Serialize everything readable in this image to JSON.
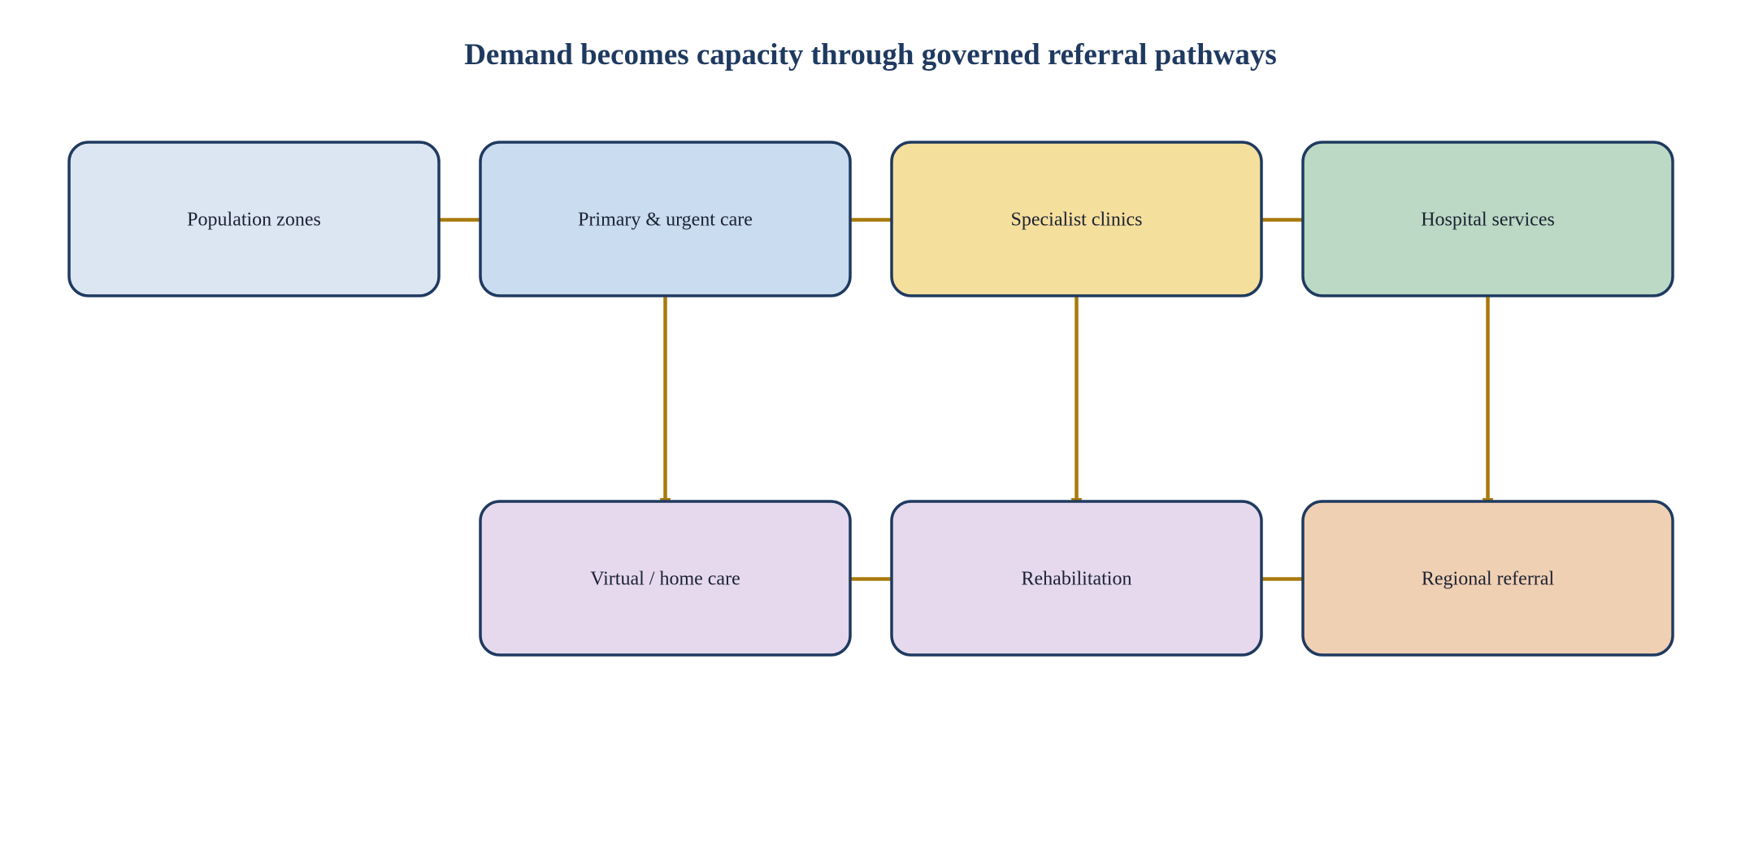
{
  "title": "Demand becomes capacity through governed referral pathways",
  "colors": {
    "node_border": "#1f3a60",
    "arrow": "#a87a0c",
    "title": "#1f3a60",
    "text": "#1b2233"
  },
  "nodes": [
    {
      "id": "population",
      "label": "Population zones",
      "fill": "#dce6f2"
    },
    {
      "id": "primary",
      "label": "Primary & urgent care",
      "fill": "#cadcf0"
    },
    {
      "id": "specialist",
      "label": "Specialist clinics",
      "fill": "#f5df9c"
    },
    {
      "id": "hospital",
      "label": "Hospital services",
      "fill": "#bbd9c4"
    },
    {
      "id": "virtual",
      "label": "Virtual / home care",
      "fill": "#e6d9ee"
    },
    {
      "id": "rehab",
      "label": "Rehabilitation",
      "fill": "#e6d9ee"
    },
    {
      "id": "regional",
      "label": "Regional referral",
      "fill": "#f0d0b3"
    }
  ],
  "edges": [
    {
      "from": "population",
      "to": "primary"
    },
    {
      "from": "primary",
      "to": "specialist"
    },
    {
      "from": "specialist",
      "to": "hospital"
    },
    {
      "from": "primary",
      "to": "virtual"
    },
    {
      "from": "specialist",
      "to": "rehab"
    },
    {
      "from": "hospital",
      "to": "regional"
    },
    {
      "from": "virtual",
      "to": "rehab"
    },
    {
      "from": "rehab",
      "to": "regional"
    }
  ]
}
